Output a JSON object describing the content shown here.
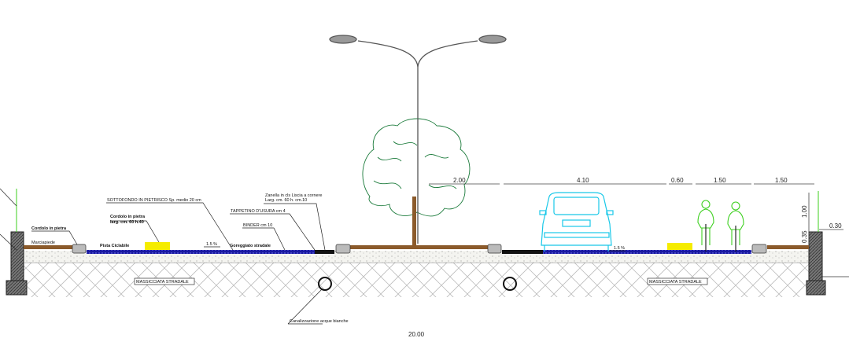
{
  "title": "Road cross-section",
  "labels": {
    "sottofondo": "SOTTOFONDO IN PIETRISCO Sp. medio 20 cm",
    "zanella_1": "Zanella in cls Liscia a cornere",
    "zanella_2": "Larg. cm. 60 h. cm.10",
    "tappetino": "TAPPETINO D'USURA cm 4",
    "binder": "BINDER cm 10",
    "cordolo_pietra_left": "Cordolo in pietra",
    "cordolo_pietra_size_1": "Cordolo in pietra",
    "cordolo_pietra_size_2": "larg. cm. 60 h.40",
    "marciapiede": "Marciapiede",
    "pista_ciclabile": "Pista Ciclabile",
    "slope_left": "1.5 %",
    "slope_right": "1.5 %",
    "goreggiato": "Goreggiato stradale",
    "massicciata_left": "MASSICCIATA STRADALE",
    "massicciata_right": "MASSICCIATA STRADALE",
    "canalizzazione": "Canalizzazione acque bianche"
  },
  "dimensions": {
    "d1": "2.00",
    "d2": "4.10",
    "d3": "0.60",
    "d4": "1.50",
    "d5": "1.50",
    "v1": "1.00",
    "v2": "0.35",
    "h1": "0.30",
    "total": "20.00"
  },
  "colors": {
    "asphalt": "#1a1aa0",
    "soil": "#8b5a2b",
    "tree": "#1a7a3a",
    "car": "#19c8e8",
    "cyclist": "#3ccf1e",
    "marker": "#f5ec00"
  }
}
